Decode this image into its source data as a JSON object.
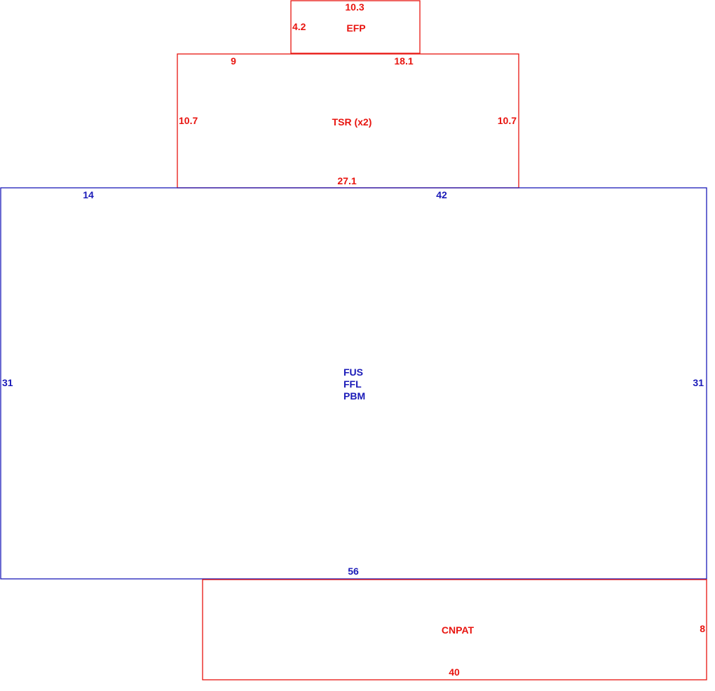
{
  "colors": {
    "secondary_structures": "#e8140f",
    "main_structure": "#1a1ab8",
    "background": "#ffffff"
  },
  "efp": {
    "label": "EFP",
    "top_dimension": "10.3",
    "side_dimension": "4.2"
  },
  "tsr": {
    "label": "TSR (x2)",
    "top_left_dimension": "9",
    "top_right_dimension": "18.1",
    "left_dimension": "10.7",
    "right_dimension": "10.7",
    "bottom_dimension": "27.1"
  },
  "main": {
    "labels": [
      "FUS",
      "FFL",
      "PBM"
    ],
    "top_left_dimension": "14",
    "top_right_dimension": "42",
    "left_dimension": "31",
    "right_dimension": "31",
    "bottom_dimension": "56"
  },
  "cnpat": {
    "label": "CNPAT",
    "side_dimension": "8",
    "bottom_dimension": "40"
  }
}
